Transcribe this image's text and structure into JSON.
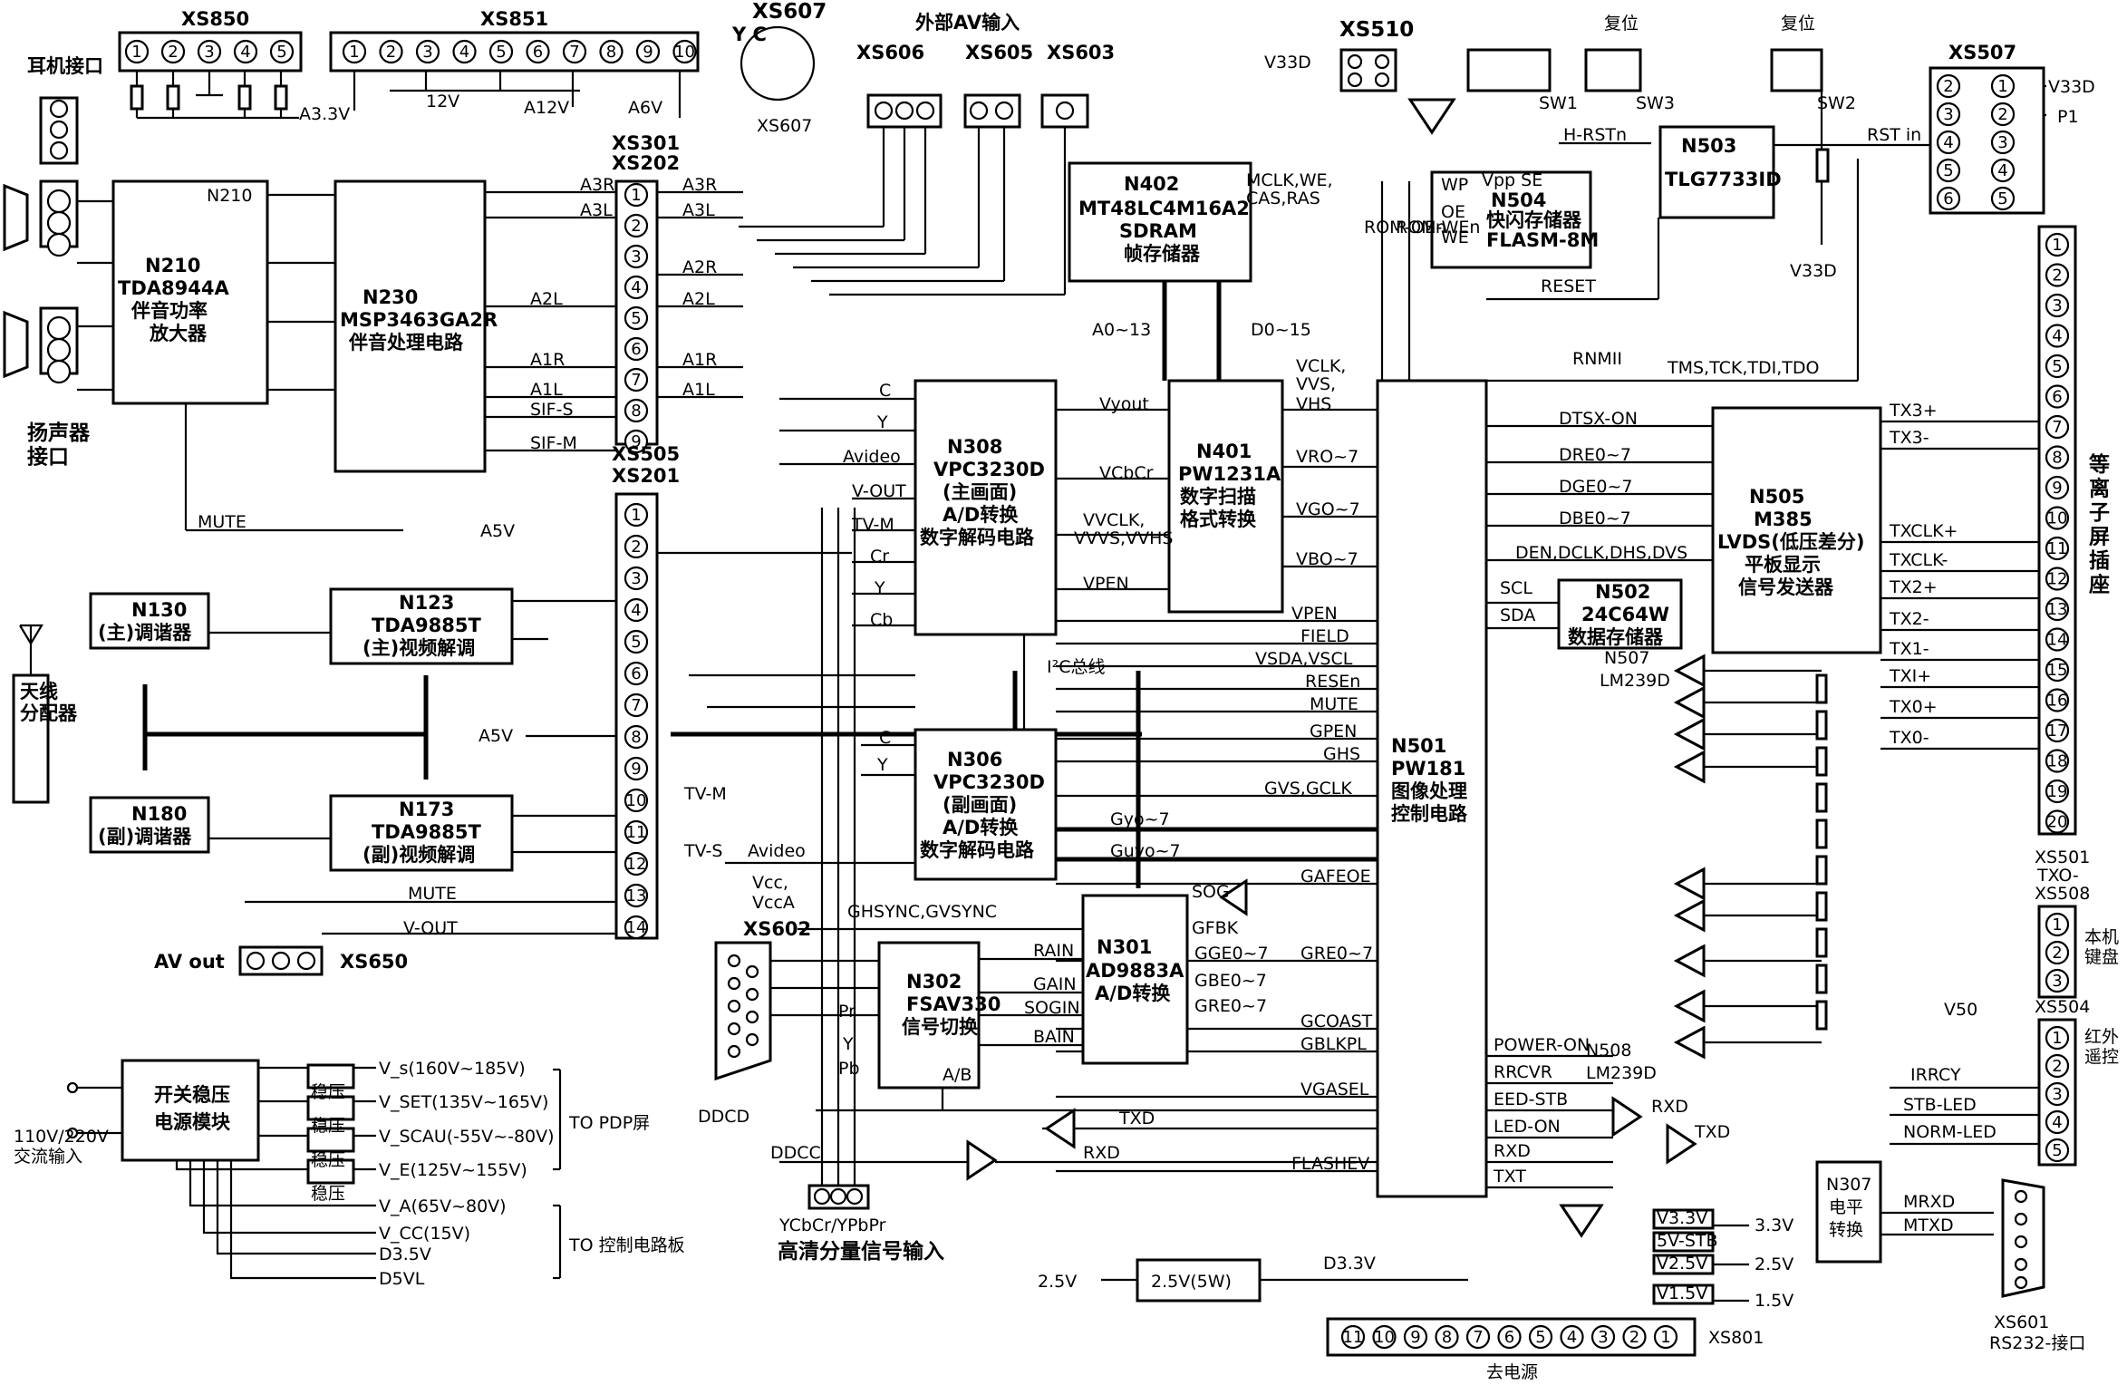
{
  "connectors": {
    "xs850": "XS850",
    "xs851": "XS851",
    "xs607": "XS607",
    "xs606": "XS606",
    "xs605": "XS605",
    "xs603": "XS603",
    "xs510": "XS510",
    "xs507": "XS507",
    "xs301": "XS301",
    "xs202": "XS202",
    "xs505": "XS505",
    "xs201": "XS201",
    "xs501": "XS501",
    "xs508": "XS508",
    "xs504": "XS504",
    "xs602": "XS602",
    "xs650": "XS650",
    "xs801": "XS801",
    "xs601": "XS601"
  },
  "labels": {
    "earphone": "耳机接口",
    "speaker": "扬声器\n接口",
    "ext_av": "外部AV输入",
    "reset1": "复位",
    "reset2": "复位",
    "antenna": "天线\n分配器",
    "av_out": "AV out",
    "ycbcr": "YCbCr/YPbPr",
    "hd_input": "高清分量信号输入",
    "power_in": "110V/220V\n交流输入",
    "to_pdp": "TO PDP屏",
    "to_ctrl": "TO 控制电路板",
    "to_power": "去电源",
    "plasma_socket": "等\n离\n子\n屏\n插\n座",
    "keypad": "本机\n键盘",
    "ir": "红外\n遥控",
    "rs232": "RS232-接口",
    "y_c": "Y   C",
    "a3v3": "A3.3V",
    "v12": "12V",
    "a12v": "A12V",
    "a6v": "A6V",
    "a5v": "A5V",
    "v33d": "V33D",
    "v50": "V50",
    "p1": "P1",
    "mute": "MUTE",
    "mute2": "MUTE",
    "vout": "V-OUT",
    "vout2": "V-OUT",
    "i2c": "I²C总线",
    "tvm": "TV-M",
    "tvs": "TV-S",
    "avideo": "Avideo",
    "avideo2": "Avideo",
    "vcc": "Vcc,\nVccA",
    "ddcd": "DDCD",
    "ddcc": "DDCC",
    "txd": "TXD",
    "rxd": "RXD",
    "txd2": "TXD",
    "rxd2": "RXD",
    "sw1": "SW1",
    "sw2": "SW2",
    "sw3": "SW3",
    "hrstn": "H-RSTn",
    "rstin": "RST in",
    "reset": "RESET",
    "txo": "TXO-",
    "tms": "TMS,TCK,TDI,TDO"
  },
  "chips": {
    "n210": {
      "id": "N210",
      "part": "TDA8944A",
      "desc1": "伴音功率",
      "desc2": "放大器"
    },
    "n230": {
      "id": "N230",
      "part": "MSP3463GA2R",
      "desc1": "伴音处理电路"
    },
    "n130": {
      "id": "N130",
      "desc1": "(主)调谐器"
    },
    "n180": {
      "id": "N180",
      "desc1": "(副)调谐器"
    },
    "n123": {
      "id": "N123",
      "part": "TDA9885T",
      "desc1": "(主)视频解调"
    },
    "n173": {
      "id": "N173",
      "part": "TDA9885T",
      "desc1": "(副)视频解调"
    },
    "n402": {
      "id": "N402",
      "part": "MT48LC4M16A2",
      "desc1": "SDRAM",
      "desc2": "帧存储器"
    },
    "n308": {
      "id": "N308",
      "part": "VPC3230D",
      "desc1": "(主画面)",
      "desc2": "A/D转换",
      "desc3": "数字解码电路"
    },
    "n306": {
      "id": "N306",
      "part": "VPC3230D",
      "desc1": "(副画面)",
      "desc2": "A/D转换",
      "desc3": "数字解码电路"
    },
    "n401": {
      "id": "N401",
      "part": "PW1231A",
      "desc1": "数字扫描",
      "desc2": "格式转换"
    },
    "n504": {
      "id": "N504",
      "desc1": "快闪存储器",
      "desc2": "FLASM-8M"
    },
    "n503": {
      "id": "N503",
      "part": "TLG7733ID"
    },
    "n501": {
      "id": "N501",
      "part": "PW181",
      "desc1": "图像处理",
      "desc2": "控制电路"
    },
    "n505": {
      "id": "N505",
      "part": "M385",
      "desc1": "LVDS(低压差分)",
      "desc2": "平板显示",
      "desc3": "信号发送器"
    },
    "n502": {
      "id": "N502",
      "part": "24C64W",
      "desc1": "数据存储器"
    },
    "n507": {
      "id": "N507",
      "part": "LM239D"
    },
    "n508": {
      "id": "N508",
      "part": "LM239D"
    },
    "n301": {
      "id": "N301",
      "part": "AD9883A",
      "desc1": "A/D转换"
    },
    "n302": {
      "id": "N302",
      "part": "FSAV330",
      "desc1": "信号切换"
    },
    "n307": {
      "id": "N307",
      "desc1": "电平",
      "desc2": "转换"
    },
    "psu": {
      "desc1": "开关稳压",
      "desc2": "电源模块"
    },
    "reg": "稳压",
    "reg25": "2.5V(5W)"
  },
  "power_rails": [
    "V_s(160V~185V)",
    "V_SET(135V~165V)",
    "V_SCAU(-55V~-80V)",
    "V_E(125V~155V)",
    "V_A(65V~80V)",
    "V_CC(15V)",
    "D3.5V",
    "D5VL"
  ],
  "out_rails": [
    "3.3V",
    "2.5V",
    "1.5V"
  ],
  "reg_labels": [
    "V3.3V",
    "5V-STB",
    "V2.5V",
    "V1.5V"
  ],
  "misc": {
    "v25": "2.5V",
    "d33v": "D3.3V"
  },
  "signals": {
    "a3r": "A3R",
    "a3l": "A3L",
    "a2r": "A2R",
    "a2l": "A2L",
    "a1r": "A1R",
    "a1l": "A1L",
    "sifs": "SIF-S",
    "sifm": "SIF-M",
    "mclk": "MCLK,WE,",
    "cas": "CAS,RAS",
    "a0_13": "A0~13",
    "d0_15": "D0~15",
    "vyout": "Vyout",
    "vcbcr": "VCbCr",
    "vvclk": "VVCLK,",
    "vvvs": "VVVS,VVHS",
    "vpen": "VPEN",
    "vclk": "VCLK,",
    "vvs": "VVS,",
    "vhs": "VHS",
    "vro": "VRO~7",
    "vgo": "VGO~7",
    "vbo": "VBO~7",
    "vpen2": "VPEN",
    "field": "FIELD",
    "vsda": "VSDA,VSCL",
    "resen": "RESEn",
    "mute3": "MUTE",
    "gpen": "GPEN",
    "ghs": "GHS",
    "gvs": "GVS,GCLK",
    "gyo": "Gyo~7",
    "guyo": "Guyo~7",
    "gafeoe": "GAFEOE",
    "sog": "SOG",
    "gfbk": "GFBK",
    "gge": "GGE0~7",
    "gbe": "GBE0~7",
    "gre": "GRE0~7",
    "gre2": "GRE0~7",
    "gcoast": "GCOAST",
    "gblkpl": "GBLKPL",
    "vgasel": "VGASEL",
    "flashev": "FLASHEV",
    "ghsync": "GHSYNC,GVSYNC",
    "rain": "RAIN",
    "gain": "GAIN",
    "sogin": "SOGIN",
    "bain": "BAIN",
    "rnmii": "RNMII",
    "dtsx": "DTSX-ON",
    "dre": "DRE0~7",
    "dge": "DGE0~7",
    "dbe": "DBE0~7",
    "den": "DEN,DCLK,DHS,DVS",
    "scl": "SCL",
    "sda": "SDA",
    "tx3p": "TX3+",
    "tx3m": "TX3-",
    "txclkp": "TXCLK+",
    "txclkm": "TXCLK-",
    "tx2p": "TX2+",
    "tx2m": "TX2-",
    "tx1m": "TX1-",
    "tx1p": "TXI+",
    "tx0p": "TX0+",
    "tx0m": "TX0-",
    "poweron": "POWER-ON",
    "rrcvr": "RRCVR",
    "eedstb": "EED-STB",
    "ledon": "LED-ON",
    "rxd3": "RXD",
    "txt": "TXT",
    "irrcy": "IRRCY",
    "stbled": "STB-LED",
    "normled": "NORM-LED",
    "mrxd": "MRXD",
    "mtxd": "MTXD",
    "romoe": "ROM-OEn",
    "romwe": "ROM-WEn",
    "c": "C",
    "y": "Y",
    "cr": "Cr",
    "cb": "Cb",
    "tvm2": "TV-M",
    "c2": "C",
    "y2": "Y",
    "vpp": "Vpp  SE",
    "wp": "WP",
    "oe": "OE",
    "we": "WE",
    "ab": "A/B",
    "pr": "Pr",
    "y3": "Y",
    "pb": "Pb"
  }
}
